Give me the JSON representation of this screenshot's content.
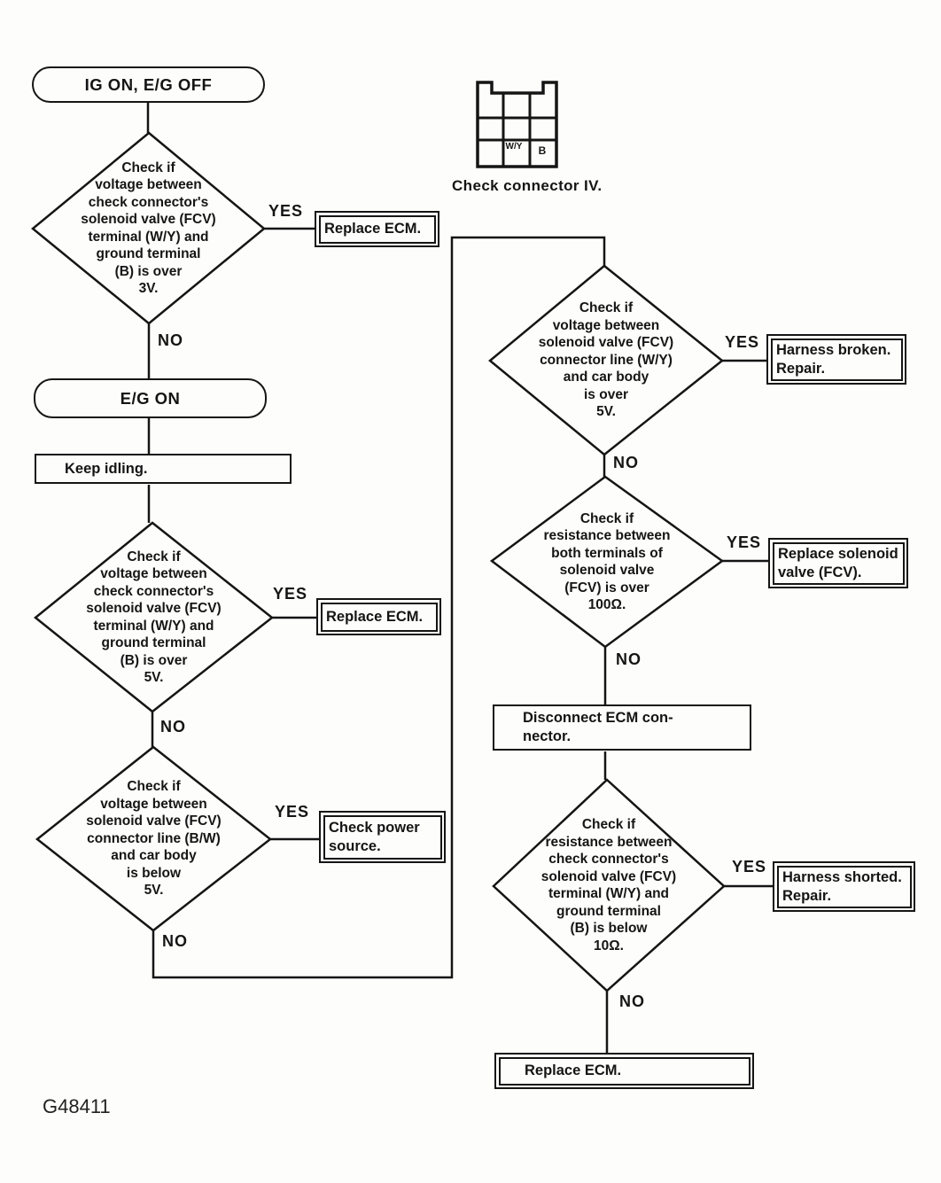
{
  "figure_id": "G48411",
  "colors": {
    "ink": "#151515",
    "paper": "#fdfdfc"
  },
  "labels": {
    "yes": "YES",
    "no": "NO"
  },
  "connector_diagram": {
    "caption": "Check connector IV.",
    "terminal_wy": "W/Y",
    "terminal_b": "B"
  },
  "nodes": {
    "start_terminal": "IG ON, E/G OFF",
    "decision_voltage_over_3v": "Check if\nvoltage between\ncheck connector's\nsolenoid valve (FCV)\nterminal (W/Y) and\nground terminal\n(B) is over\n3V.",
    "replace_ecm_1": "Replace ECM.",
    "eg_on_terminal": "E/G ON",
    "keep_idling": "Keep idling.",
    "decision_voltage_over_5v": "Check if\nvoltage between\ncheck connector's\nsolenoid valve (FCV)\nterminal (W/Y) and\nground terminal\n(B) is over\n5V.",
    "replace_ecm_2": "Replace ECM.",
    "decision_voltage_below_5v": "Check if\nvoltage between\nsolenoid valve (FCV)\nconnector line (B/W)\nand car body\nis below\n5V.",
    "check_power_source": "Check power\nsource.",
    "decision_line_voltage_over_5v": "Check if\nvoltage between\nsolenoid valve (FCV)\nconnector line (W/Y)\nand car body\nis over\n5V.",
    "harness_broken": "Harness broken.\nRepair.",
    "decision_resistance_over_100ohm": "Check if\nresistance between\nboth terminals of\nsolenoid valve\n(FCV) is over\n100Ω.",
    "replace_solenoid_valve": "Replace solenoid\nvalve (FCV).",
    "disconnect_ecm": "Disconnect ECM con-\nnector.",
    "decision_resistance_below_10ohm": "Check if\nresistance between\ncheck connector's\nsolenoid valve (FCV)\nterminal (W/Y) and\nground terminal\n(B) is below\n10Ω.",
    "harness_shorted": "Harness shorted.\nRepair.",
    "replace_ecm_final": "Replace ECM."
  }
}
